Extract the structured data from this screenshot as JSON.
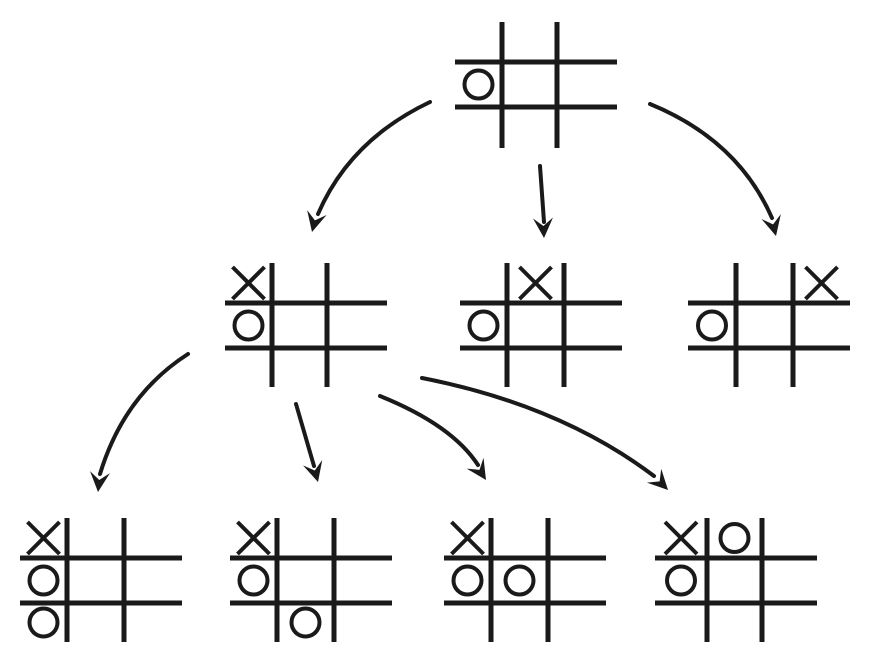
{
  "diagram": {
    "type": "game-tree",
    "game": "tic-tac-toe",
    "colors": {
      "ink": "#1a1a1a",
      "background": "#ffffff"
    },
    "nodes": [
      {
        "id": "root",
        "level": 0,
        "board": [
          "",
          "",
          "",
          "O",
          "",
          "",
          "",
          "",
          ""
        ]
      },
      {
        "id": "l1-a",
        "level": 1,
        "board": [
          "X",
          "",
          "",
          "O",
          "",
          "",
          "",
          "",
          ""
        ]
      },
      {
        "id": "l1-b",
        "level": 1,
        "board": [
          "",
          "X",
          "",
          "O",
          "",
          "",
          "",
          "",
          ""
        ]
      },
      {
        "id": "l1-c",
        "level": 1,
        "board": [
          "",
          "",
          "X",
          "O",
          "",
          "",
          "",
          "",
          ""
        ]
      },
      {
        "id": "l2-a",
        "level": 2,
        "board": [
          "X",
          "",
          "",
          "O",
          "",
          "",
          "O",
          "",
          ""
        ]
      },
      {
        "id": "l2-b",
        "level": 2,
        "board": [
          "X",
          "",
          "",
          "O",
          "",
          "",
          "",
          "O",
          ""
        ]
      },
      {
        "id": "l2-c",
        "level": 2,
        "board": [
          "X",
          "",
          "",
          "O",
          "O",
          "",
          "",
          "",
          ""
        ]
      },
      {
        "id": "l2-d",
        "level": 2,
        "board": [
          "X",
          "O",
          "",
          "O",
          "",
          "",
          "",
          "",
          ""
        ]
      }
    ],
    "edges": [
      {
        "from": "root",
        "to": "l1-a"
      },
      {
        "from": "root",
        "to": "l1-b"
      },
      {
        "from": "root",
        "to": "l1-c"
      },
      {
        "from": "l1-a",
        "to": "l2-a"
      },
      {
        "from": "l1-a",
        "to": "l2-b"
      },
      {
        "from": "l1-a",
        "to": "l2-c"
      },
      {
        "from": "l1-a",
        "to": "l2-d"
      }
    ]
  }
}
